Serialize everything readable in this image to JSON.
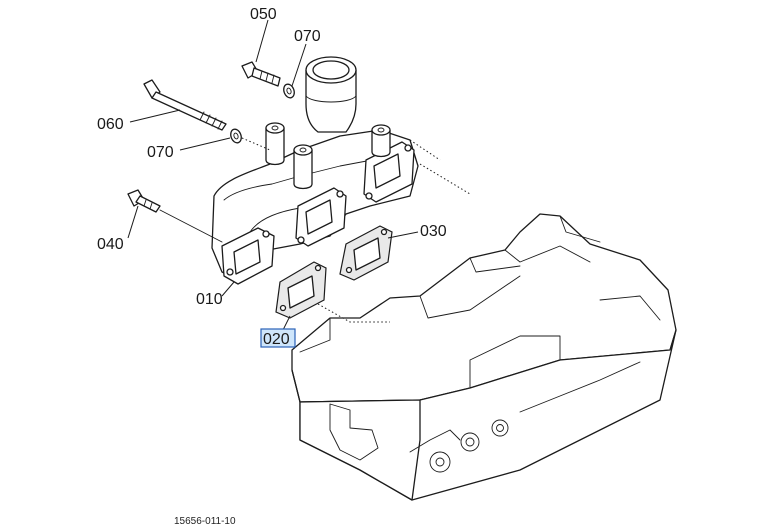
{
  "diagram": {
    "callouts": {
      "c050": "050",
      "c070_top": "070",
      "c060": "060",
      "c070_left": "070",
      "c040": "040",
      "c010": "010",
      "c030": "030",
      "c020": "020"
    },
    "highlighted_callout": "020",
    "highlight_color": "#cfe6fb",
    "highlight_border_color": "#2a62b8",
    "figure_number": "15656-011-10"
  }
}
